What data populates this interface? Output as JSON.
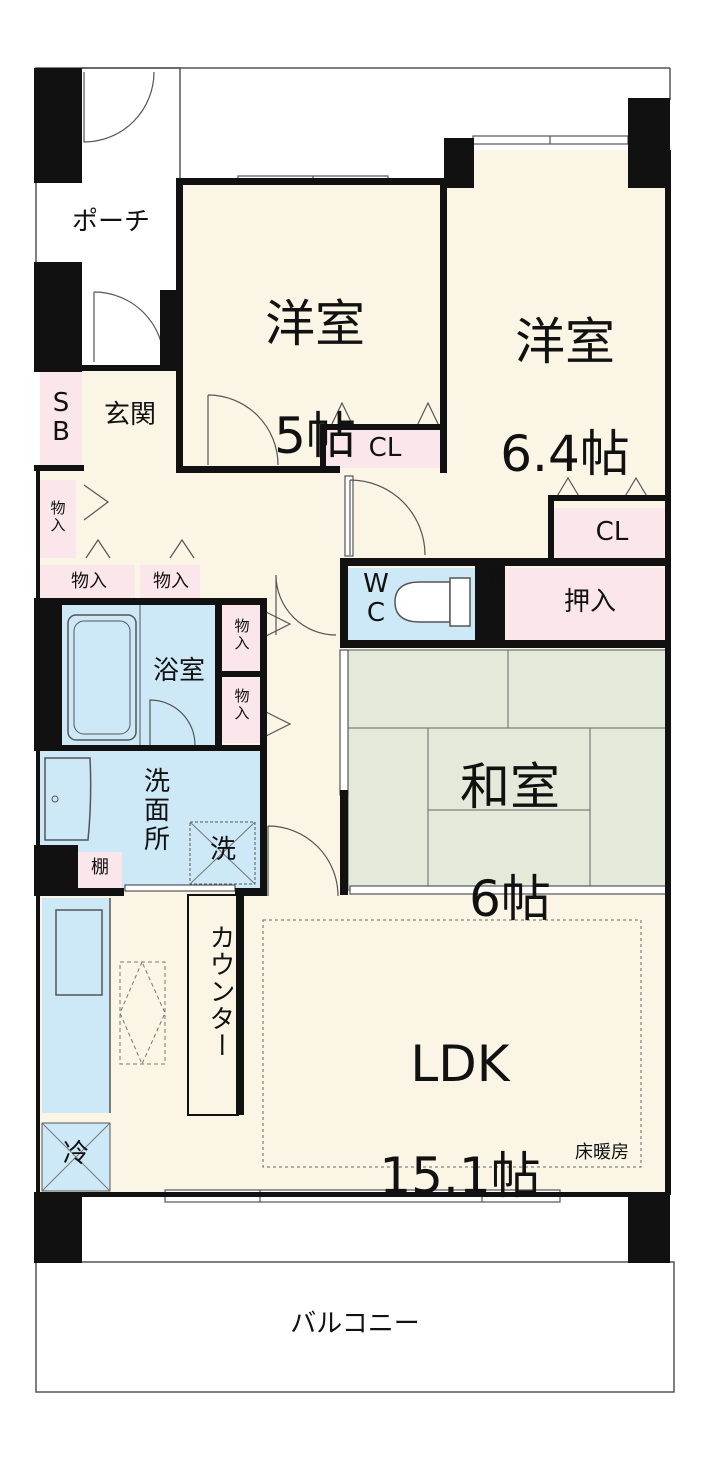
{
  "rooms": {
    "western_5": {
      "name": "洋室",
      "size": "5帖"
    },
    "western_6": {
      "name": "洋室",
      "size": "6.4帖"
    },
    "japanese": {
      "name": "和室",
      "size": "6帖"
    },
    "ldk": {
      "name": "LDK",
      "size": "15.1帖",
      "note": "床暖房"
    }
  },
  "labels": {
    "porch": "ポーチ",
    "entrance": "玄関",
    "shoebox": "S\nB",
    "storage": "物入",
    "storage_vertical": "物\n入",
    "closet": "CL",
    "bath": "浴室",
    "washroom": "洗\n面\n所",
    "washer": "洗",
    "toilet": "W\nC",
    "shelf": "棚",
    "shelf_vertical": "棚",
    "oshiire": "押入",
    "counter": "カウンター",
    "fridge": "冷",
    "balcony": "バルコニー"
  },
  "colors": {
    "floor": "#fbf5e6",
    "wet": "#cde9f7",
    "closet": "#fbe6ec",
    "tatami": "#e3ead9",
    "wall": "#111111",
    "outline": "#555555"
  }
}
